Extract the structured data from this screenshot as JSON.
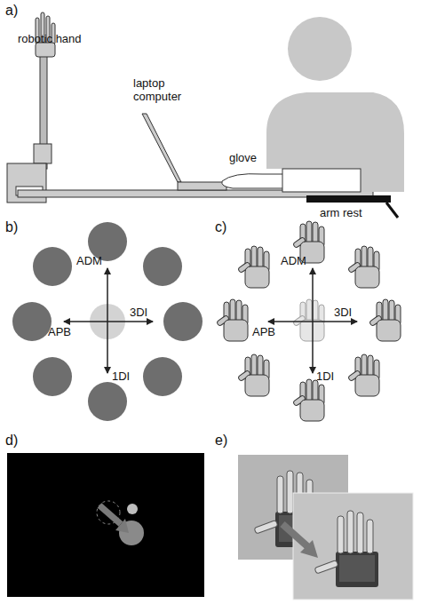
{
  "diagram": {
    "labels": [
      "a)",
      "robotic hand",
      "laptop computer",
      "glove",
      "arm rest",
      "b)",
      "ADM",
      "APB",
      "3DI",
      "1DI",
      "c)",
      "ADM",
      "APB",
      "3DI",
      "1DI",
      "d)",
      "e)"
    ]
  }
}
